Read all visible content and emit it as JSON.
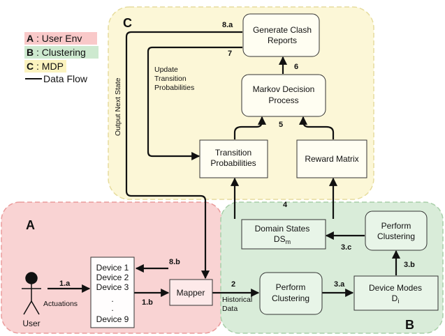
{
  "legend": {
    "items": [
      {
        "key": "A",
        "label": "User Env",
        "color": "#f9c9c9"
      },
      {
        "key": "B",
        "label": "Clustering",
        "color": "#cde9cf"
      },
      {
        "key": "C",
        "label": "MDP",
        "color": "#fbf3bf"
      }
    ],
    "data_flow_label": "Data Flow"
  },
  "regions": {
    "a": {
      "label": "A",
      "fill": "#f9d3d3",
      "stroke": "#ea9b9b"
    },
    "b": {
      "label": "B",
      "fill": "#d9ecd9",
      "stroke": "#a9cfa9"
    },
    "c": {
      "label": "C",
      "fill": "#fcf7d7",
      "stroke": "#e6dc9d"
    }
  },
  "user": {
    "label": "User"
  },
  "nodes": {
    "generate_clash_reports": [
      "Generate Clash",
      "Reports"
    ],
    "markov_decision_process": [
      "Markov Decision",
      "Process"
    ],
    "transition_probabilities": [
      "Transition",
      "Probabilities"
    ],
    "reward_matrix": "Reward Matrix",
    "domain_states": {
      "line1": "Domain States",
      "main": "DS",
      "sub": "m"
    },
    "perform_clustering_top": [
      "Perform",
      "Clustering"
    ],
    "perform_clustering_bottom": [
      "Perform",
      "Clustering"
    ],
    "device_modes": {
      "line1": "Device Modes",
      "main": "D",
      "sub": "i"
    },
    "mapper": "Mapper",
    "devices": [
      "Device 1",
      "Device 2",
      "Device 3",
      ".",
      ".",
      "Device 9"
    ]
  },
  "edges": {
    "e1a": "1.a",
    "actuations": "Actuations",
    "e1b": "1.b",
    "e8b": "8.b",
    "e2": "2",
    "historical_data": [
      "Historical",
      "Data"
    ],
    "e3a": "3.a",
    "e3b": "3.b",
    "e3c": "3.c",
    "e4": "4",
    "e5": "5",
    "e6": "6",
    "e7": "7",
    "update_transition": [
      "Update",
      "Transition",
      "Probabilities"
    ],
    "e8a": "8.a",
    "output_next_state": "Output Next State"
  }
}
